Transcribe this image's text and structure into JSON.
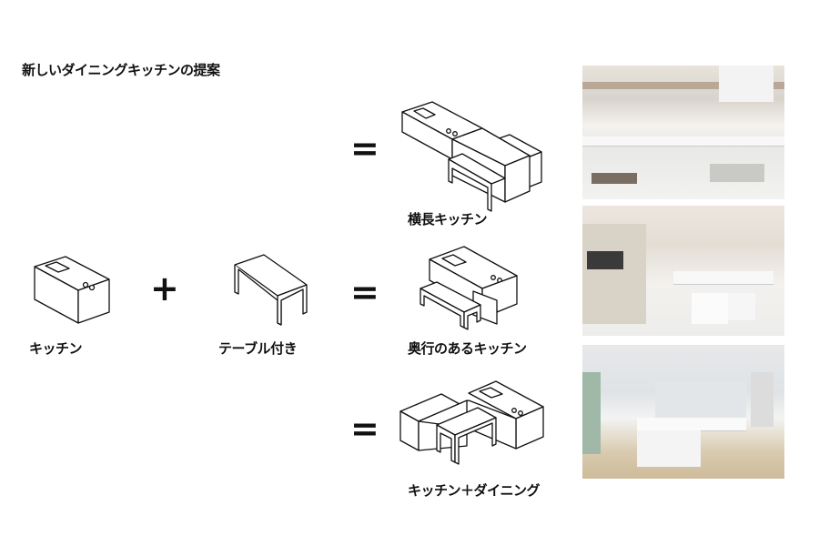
{
  "title": "新しいダイニングキッチンの提案",
  "left": {
    "kitchen_label": "キッチン",
    "plus": "+",
    "table_label": "テーブル付き"
  },
  "equals": "=",
  "options": [
    {
      "label": "横長キッチン"
    },
    {
      "label": "奥行のあるキッチン"
    },
    {
      "label": "キッチン＋ダイニング"
    }
  ]
}
